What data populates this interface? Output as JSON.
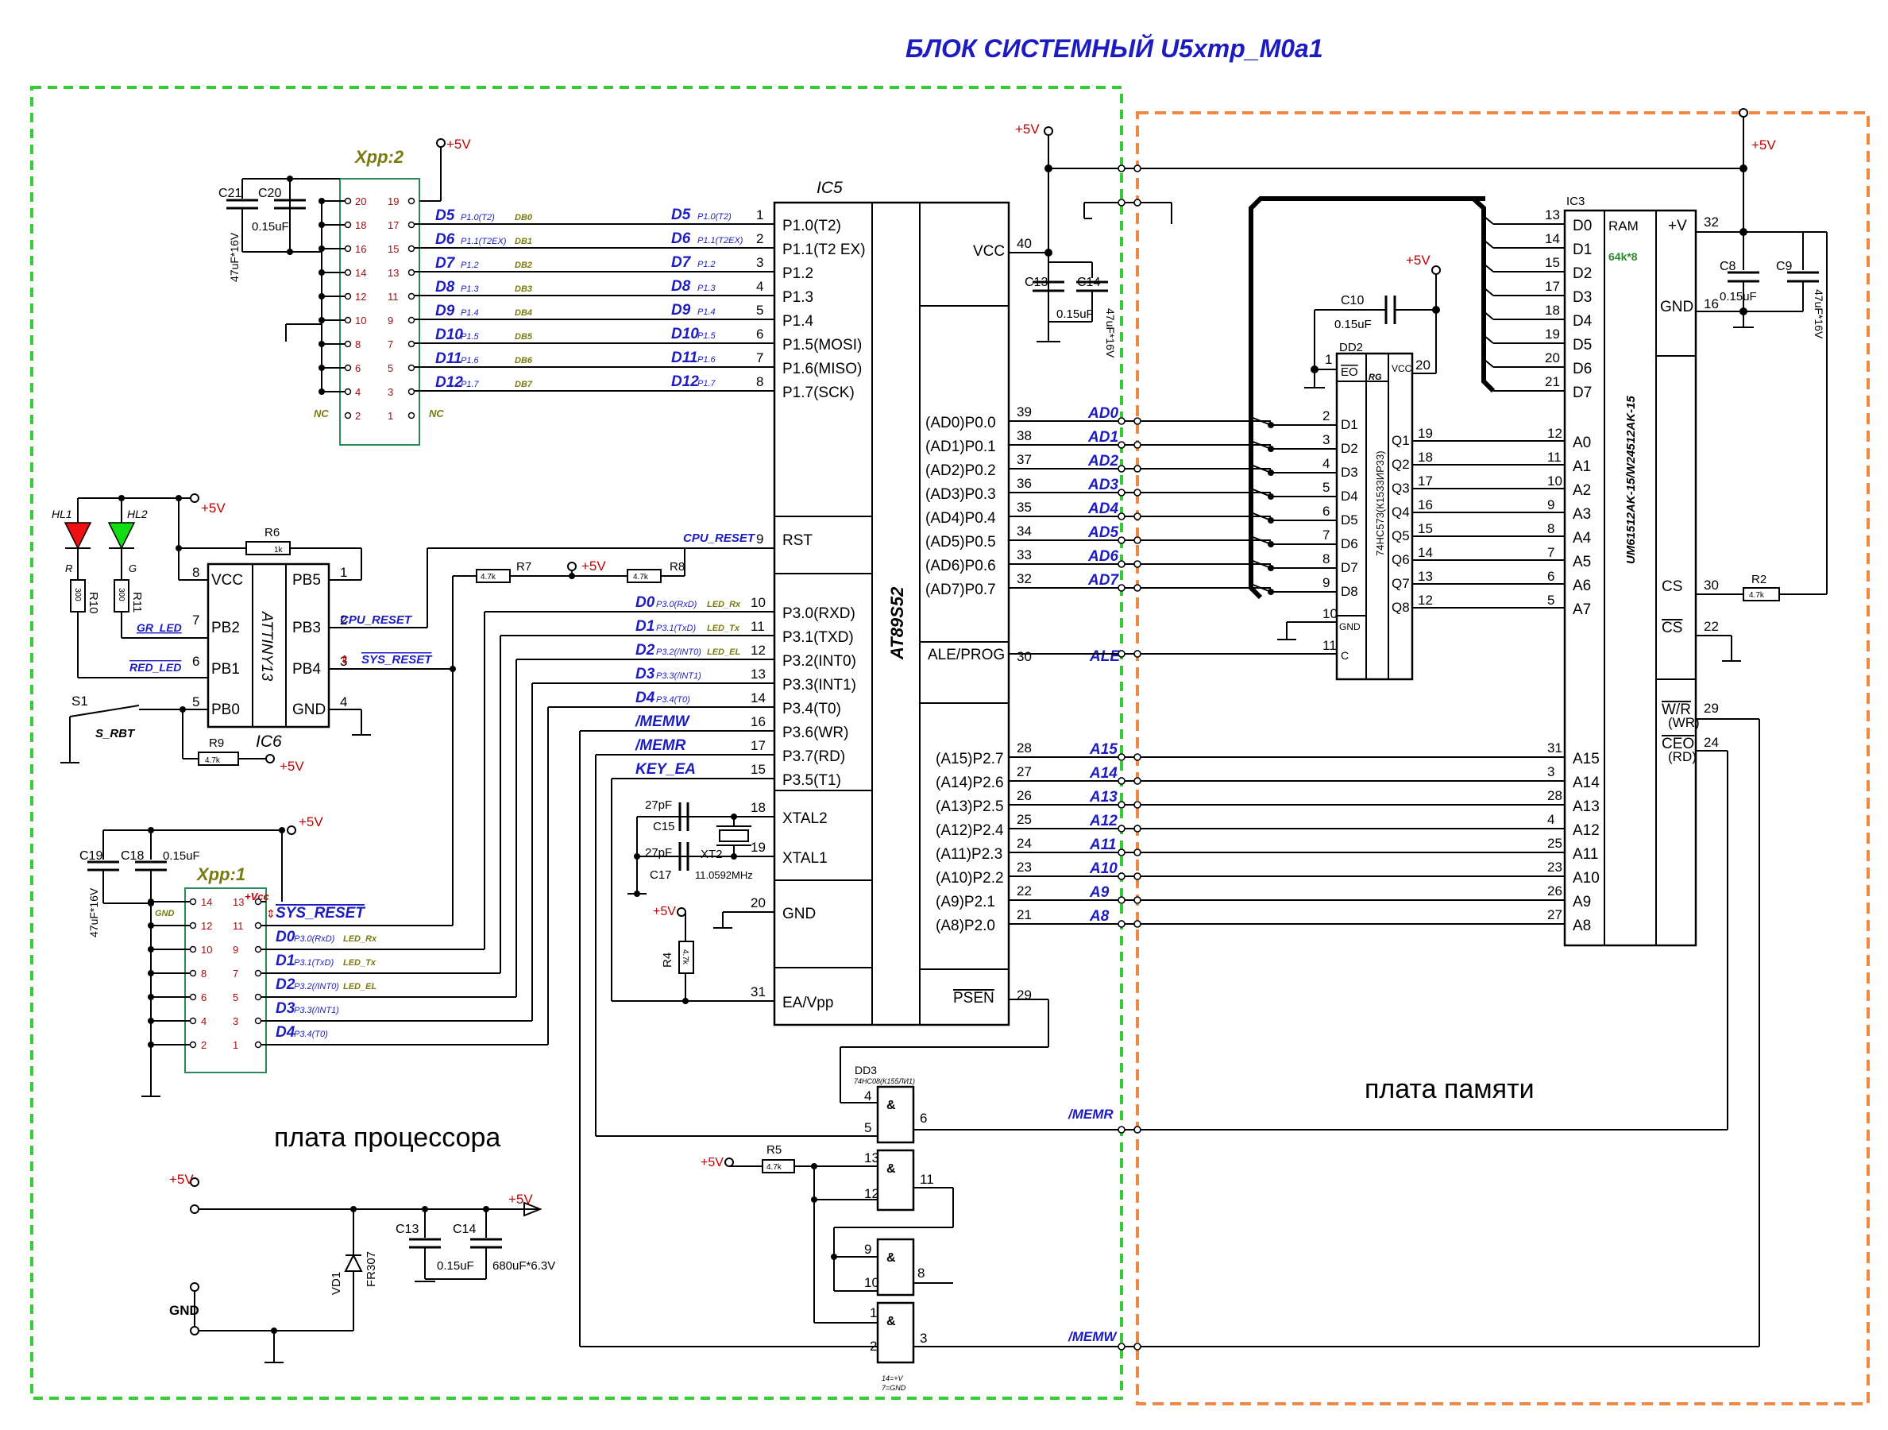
{
  "title": "БЛОК СИСТЕМНЫЙ U5xmp_M0a1",
  "regions": {
    "processor": "плата процессора",
    "memory": "плата памяти"
  },
  "colors": {
    "title": "#1c1cc0",
    "processor_border": "#33cc33",
    "memory_border": "#ee8844",
    "net_label": "#1c1cc0",
    "power": "#c00000",
    "connector": "#7a7a10"
  },
  "ic5": {
    "ref": "IC5",
    "part": "AT89S52",
    "left_pins": [
      {
        "num": "1",
        "name": "P1.0(T2)",
        "net": "D5",
        "sub": "P1.0(T2)"
      },
      {
        "num": "2",
        "name": "P1.1(T2 EX)",
        "net": "D6",
        "sub": "P1.1(T2EX)"
      },
      {
        "num": "3",
        "name": "P1.2",
        "net": "D7",
        "sub": "P1.2"
      },
      {
        "num": "4",
        "name": "P1.3",
        "net": "D8",
        "sub": "P1.3"
      },
      {
        "num": "5",
        "name": "P1.4",
        "net": "D9",
        "sub": "P1.4"
      },
      {
        "num": "6",
        "name": "P1.5(MOSI)",
        "net": "D10",
        "sub": "P1.5"
      },
      {
        "num": "7",
        "name": "P1.6(MISO)",
        "net": "D11",
        "sub": "P1.6"
      },
      {
        "num": "8",
        "name": "P1.7(SCK)",
        "net": "D12",
        "sub": "P1.7"
      }
    ],
    "rst": {
      "num": "9",
      "name": "RST",
      "net": "CPU_RESET"
    },
    "p3_pins": [
      {
        "num": "10",
        "name": "P3.0(RXD)",
        "net": "D0",
        "sub": "P3.0(RxD)",
        "tag": "LED_Rx"
      },
      {
        "num": "11",
        "name": "P3.1(TXD)",
        "net": "D1",
        "sub": "P3.1(TxD)",
        "tag": "LED_Tx"
      },
      {
        "num": "12",
        "name": "P3.2(INT0)",
        "net": "D2",
        "sub": "P3.2(/INT0)",
        "tag": "LED_EL"
      },
      {
        "num": "13",
        "name": "P3.3(INT1)",
        "net": "D3",
        "sub": "P3.3(/INT1)",
        "tag": ""
      },
      {
        "num": "14",
        "name": "P3.4(T0)",
        "net": "D4",
        "sub": "P3.4(T0)",
        "tag": ""
      },
      {
        "num": "16",
        "name": "P3.6(WR)",
        "net": "/MEMW",
        "sub": "",
        "tag": ""
      },
      {
        "num": "17",
        "name": "P3.7(RD)",
        "net": "/MEMR",
        "sub": "",
        "tag": ""
      },
      {
        "num": "15",
        "name": "P3.5(T1)",
        "net": "KEY_EA",
        "sub": "",
        "tag": ""
      }
    ],
    "xtal": [
      {
        "num": "18",
        "name": "XTAL2"
      },
      {
        "num": "19",
        "name": "XTAL1"
      },
      {
        "num": "20",
        "name": "GND"
      },
      {
        "num": "31",
        "name": "EA/Vpp"
      }
    ],
    "vcc": {
      "num": "40",
      "name": "VCC"
    },
    "p0_pins": [
      {
        "num": "39",
        "name": "(AD0)P0.0",
        "net": "AD0"
      },
      {
        "num": "38",
        "name": "(AD1)P0.1",
        "net": "AD1"
      },
      {
        "num": "37",
        "name": "(AD2)P0.2",
        "net": "AD2"
      },
      {
        "num": "36",
        "name": "(AD3)P0.3",
        "net": "AD3"
      },
      {
        "num": "35",
        "name": "(AD4)P0.4",
        "net": "AD4"
      },
      {
        "num": "34",
        "name": "(AD5)P0.5",
        "net": "AD5"
      },
      {
        "num": "33",
        "name": "(AD6)P0.6",
        "net": "AD6"
      },
      {
        "num": "32",
        "name": "(AD7)P0.7",
        "net": "AD7"
      }
    ],
    "ale": {
      "num": "30",
      "name": "ALE/PROG",
      "net": "ALE"
    },
    "p2_pins": [
      {
        "num": "28",
        "name": "(A15)P2.7",
        "net": "A15"
      },
      {
        "num": "27",
        "name": "(A14)P2.6",
        "net": "A14"
      },
      {
        "num": "26",
        "name": "(A13)P2.5",
        "net": "A13"
      },
      {
        "num": "25",
        "name": "(A12)P2.4",
        "net": "A12"
      },
      {
        "num": "24",
        "name": "(A11)P2.3",
        "net": "A11"
      },
      {
        "num": "23",
        "name": "(A10)P2.2",
        "net": "A10"
      },
      {
        "num": "22",
        "name": "(A9)P2.1",
        "net": "A9"
      },
      {
        "num": "21",
        "name": "(A8)P2.0",
        "net": "A8"
      }
    ],
    "psen": {
      "num": "29",
      "name": "PSEN"
    }
  },
  "dd2": {
    "ref": "DD2",
    "part": "74HC573(К1533ИР33)",
    "rg": "RG",
    "eo": "EO",
    "vcc": "VCC",
    "gnd": "GND",
    "c": "C",
    "d_pins": [
      "2",
      "3",
      "4",
      "5",
      "6",
      "7",
      "8",
      "9"
    ],
    "d_names": [
      "D1",
      "D2",
      "D3",
      "D4",
      "D5",
      "D6",
      "D7",
      "D8"
    ],
    "q_pins": [
      "19",
      "18",
      "17",
      "16",
      "15",
      "14",
      "13",
      "12"
    ],
    "q_names": [
      "Q1",
      "Q2",
      "Q3",
      "Q4",
      "Q5",
      "Q6",
      "Q7",
      "Q8"
    ],
    "eo_pin": "1",
    "vcc_pin": "20",
    "gnd_pin": "10",
    "c_pin": "11"
  },
  "ic3": {
    "ref": "IC3",
    "part": "UM61512AK-15/W24512AK-15",
    "ram": "RAM",
    "size": "64k*8",
    "data_pins": [
      {
        "num": "13",
        "name": "D0"
      },
      {
        "num": "14",
        "name": "D1"
      },
      {
        "num": "15",
        "name": "D2"
      },
      {
        "num": "17",
        "name": "D3"
      },
      {
        "num": "18",
        "name": "D4"
      },
      {
        "num": "19",
        "name": "D5"
      },
      {
        "num": "20",
        "name": "D6"
      },
      {
        "num": "21",
        "name": "D7"
      }
    ],
    "addr_low": [
      {
        "num": "12",
        "name": "A0"
      },
      {
        "num": "11",
        "name": "A1"
      },
      {
        "num": "10",
        "name": "A2"
      },
      {
        "num": "9",
        "name": "A3"
      },
      {
        "num": "8",
        "name": "A4"
      },
      {
        "num": "7",
        "name": "A5"
      },
      {
        "num": "6",
        "name": "A6"
      },
      {
        "num": "5",
        "name": "A7"
      }
    ],
    "addr_high": [
      {
        "num": "31",
        "name": "A15"
      },
      {
        "num": "3",
        "name": "A14"
      },
      {
        "num": "28",
        "name": "A13"
      },
      {
        "num": "4",
        "name": "A12"
      },
      {
        "num": "25",
        "name": "A11"
      },
      {
        "num": "23",
        "name": "A10"
      },
      {
        "num": "26",
        "name": "A9"
      },
      {
        "num": "27",
        "name": "A8"
      }
    ],
    "power": [
      {
        "num": "32",
        "name": "+V"
      },
      {
        "num": "16",
        "name": "GND"
      }
    ],
    "ctrl": [
      {
        "num": "30",
        "name": "CS"
      },
      {
        "num": "22",
        "name": "CS"
      },
      {
        "num": "29",
        "name": "W/R",
        "sub": "(WR)"
      },
      {
        "num": "24",
        "name": "CEO",
        "sub": "(RD)"
      }
    ]
  },
  "ic6": {
    "ref": "IC6",
    "part": "ATTINY13",
    "left": [
      {
        "num": "8",
        "name": "VCC"
      },
      {
        "num": "7",
        "name": "PB2"
      },
      {
        "num": "6",
        "name": "PB1"
      },
      {
        "num": "5",
        "name": "PB0"
      }
    ],
    "right": [
      {
        "num": "1",
        "name": "PB5"
      },
      {
        "num": "2",
        "name": "PB3"
      },
      {
        "num": "3",
        "name": "PB4"
      },
      {
        "num": "4",
        "name": "GND"
      }
    ]
  },
  "dd3": {
    "ref": "DD3",
    "part": "74HC08(К155ЛИ1)",
    "note1": "14=+V",
    "note2": "7=GND",
    "gate_sym": "&",
    "pins": {
      "g1": [
        "4",
        "5",
        "6"
      ],
      "g2": [
        "13",
        "12",
        "11"
      ],
      "g3": [
        "9",
        "10",
        "8"
      ],
      "g4": [
        "1",
        "2",
        "3"
      ]
    }
  },
  "xpp2": {
    "ref": "Xpp:2",
    "rows": [
      [
        "20",
        "19"
      ],
      [
        "18",
        "17"
      ],
      [
        "16",
        "15"
      ],
      [
        "14",
        "13"
      ],
      [
        "12",
        "11"
      ],
      [
        "10",
        "9"
      ],
      [
        "8",
        "7"
      ],
      [
        "6",
        "5"
      ],
      [
        "4",
        "3"
      ],
      [
        "2",
        "1"
      ]
    ],
    "nc": "NC",
    "nets": [
      {
        "net": "D5",
        "sub": "P1.0(T2)",
        "db": "DB0"
      },
      {
        "net": "D6",
        "sub": "P1.1(T2EX)",
        "db": "DB1"
      },
      {
        "net": "D7",
        "sub": "P1.2",
        "db": "DB2"
      },
      {
        "net": "D8",
        "sub": "P1.3",
        "db": "DB3"
      },
      {
        "net": "D9",
        "sub": "P1.4",
        "db": "DB4"
      },
      {
        "net": "D10",
        "sub": "P1.5",
        "db": "DB5"
      },
      {
        "net": "D11",
        "sub": "P1.6",
        "db": "DB6"
      },
      {
        "net": "D12",
        "sub": "P1.7",
        "db": "DB7"
      }
    ]
  },
  "xpp1": {
    "ref": "Xpp:1",
    "rows": [
      [
        "14",
        "13"
      ],
      [
        "12",
        "11"
      ],
      [
        "10",
        "9"
      ],
      [
        "8",
        "7"
      ],
      [
        "6",
        "5"
      ],
      [
        "4",
        "3"
      ],
      [
        "2",
        "1"
      ]
    ],
    "vcc": "+Vcc",
    "gnd": "GND",
    "nets": [
      {
        "net": "SYS_RESET",
        "sub": "",
        "tag": ""
      },
      {
        "net": "D0",
        "sub": "P3.0(RxD)",
        "tag": "LED_Rx"
      },
      {
        "net": "D1",
        "sub": "P3.1(TxD)",
        "tag": "LED_Tx"
      },
      {
        "net": "D2",
        "sub": "P3.2(/INT0)",
        "tag": "LED_EL"
      },
      {
        "net": "D3",
        "sub": "P3.3(/INT1)",
        "tag": ""
      },
      {
        "net": "D4",
        "sub": "P3.4(T0)",
        "tag": ""
      }
    ]
  },
  "components": {
    "C21": "C21",
    "C20": "C20",
    "c2021_val": "0.15uF",
    "c21_val": "47uF*16V",
    "C13a": "C13",
    "C14a": "C14",
    "c13a_val": "0.15uF",
    "c14a_val": "47uF*16V",
    "C10": "C10",
    "c10_val": "0.15uF",
    "C8": "C8",
    "C9": "C9",
    "c8_val": "0.15uF",
    "c9_val": "47uF*16V",
    "C19": "C19",
    "C18": "C18",
    "c18_val": "0.15uF",
    "c19_val": "47uF*16V",
    "C15": "C15",
    "C17": "C17",
    "c15_val": "27pF",
    "c17_val": "27pF",
    "XT2": "XT2",
    "xt2_val": "11.0592MHz",
    "R4": "R4",
    "r4_val": "4.7k",
    "R5": "R5",
    "r5_val": "4.7k",
    "R6": "R6",
    "r6_val": "1k",
    "R7": "R7",
    "r7_val": "4.7k",
    "R8": "R8",
    "r8_val": "4.7k",
    "R9": "R9",
    "r9_val": "4.7k",
    "R2": "R2",
    "r2_val": "4.7k",
    "R10": "R10",
    "r10_val": "300",
    "R11": "R11",
    "r11_val": "300",
    "HL1": "HL1",
    "HL2": "HL2",
    "hl1_color": "R",
    "hl2_color": "G",
    "S1": "S1",
    "s_rbt": "S_RBT",
    "GR_LED": "GR_LED",
    "RED_LED": "RED_LED",
    "VD1": "VD1",
    "vd1_val": "FR307",
    "C13b": "C13",
    "C14b": "C14",
    "c13b_val": "0.15uF",
    "c14b_val": "680uF*6.3V",
    "gnd_label": "GND",
    "plus5": "+5V"
  },
  "nets": {
    "CPU_RESET": "CPU_RESET",
    "SYS_RESET": "SYS_RESET",
    "MEMR": "/MEMR",
    "MEMW": "/MEMW"
  }
}
